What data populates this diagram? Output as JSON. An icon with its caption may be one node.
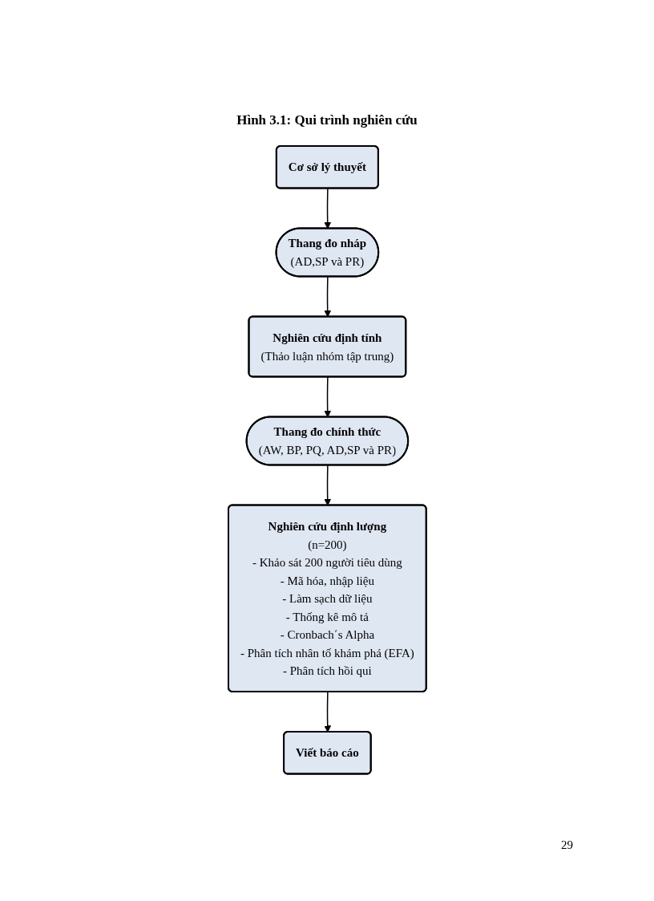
{
  "diagram": {
    "title": "Hình 3.1: Qui trình nghiên cứu",
    "nodes": [
      {
        "text": [
          "Cơ sở lý thuyết"
        ]
      },
      {
        "text": [
          "Thang đo nháp",
          "(AD,SP và PR)"
        ]
      },
      {
        "text": [
          "Nghiên cứu định tính",
          "(Thảo luận nhóm tập trung)"
        ]
      },
      {
        "text": [
          "Thang đo chính thức",
          "(AW, BP, PQ, AD,SP và PR)"
        ]
      },
      {
        "text": [
          "Nghiên cứu định lượng",
          "(n=200)",
          "- Khảo sát 200 người tiêu dùng",
          "- Mã hóa, nhập liệu",
          "- Làm sạch dữ liệu",
          "- Thống kê mô tả",
          "- Cronbach΄s Alpha",
          "- Phân tích nhân tố khám phá (EFA)",
          "- Phân tích hồi qui"
        ]
      },
      {
        "text": [
          "Viết báo cáo"
        ]
      }
    ],
    "edges": [
      {
        "from": 0,
        "to": 1,
        "arrow": "to"
      },
      {
        "from": 1,
        "to": 2,
        "arrow": "to"
      },
      {
        "from": 2,
        "to": 3,
        "arrow": "to"
      },
      {
        "from": 3,
        "to": 4,
        "arrow": "to"
      },
      {
        "from": 4,
        "to": 5,
        "arrow": "to"
      }
    ],
    "labels": [
      "29"
    ]
  }
}
